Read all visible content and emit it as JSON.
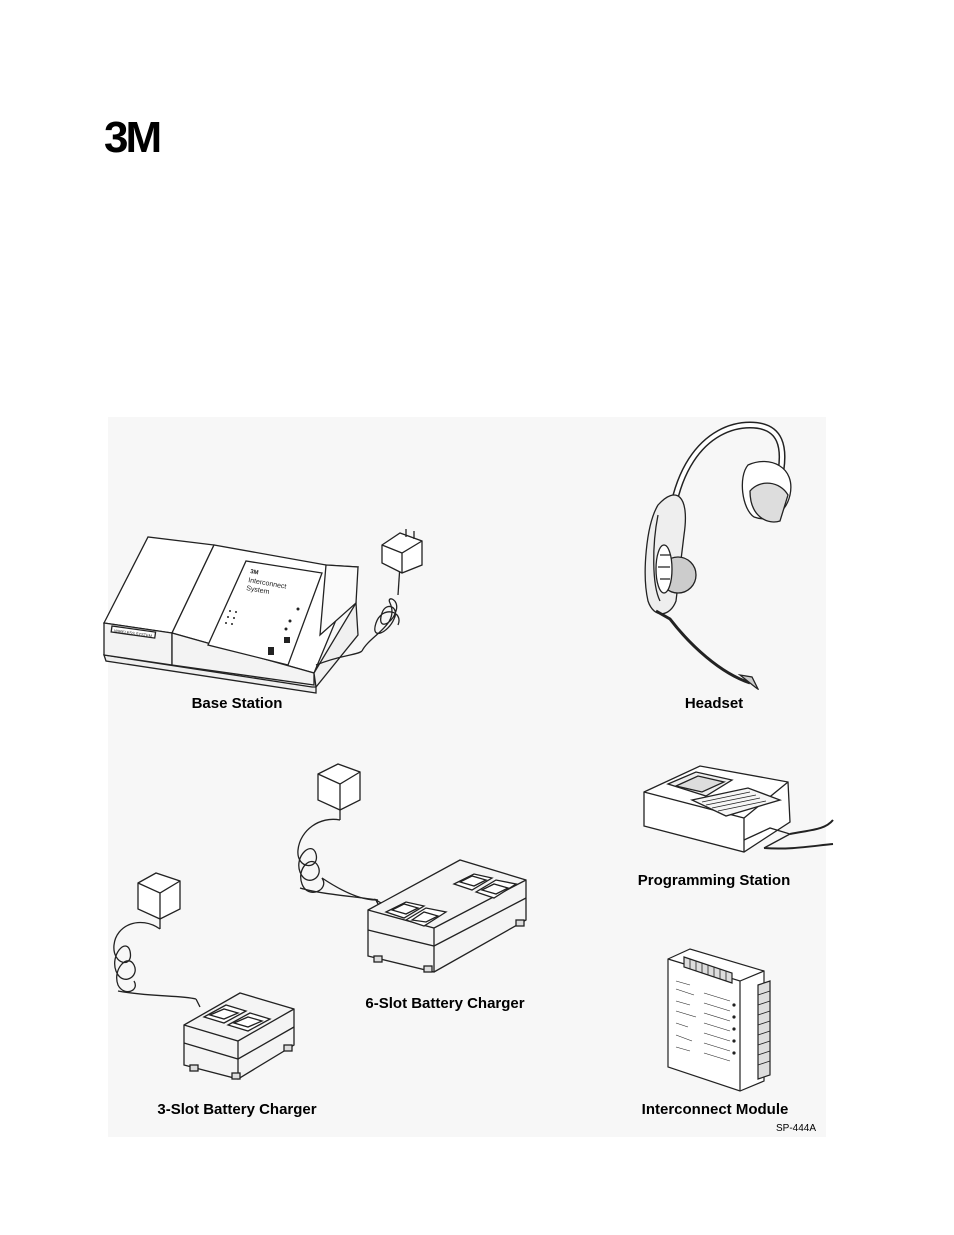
{
  "logo": {
    "text": "3M"
  },
  "items": [
    {
      "label": "Base Station"
    },
    {
      "label": "Headset"
    },
    {
      "label": "Programming Station"
    },
    {
      "label": "6-Slot Battery Charger"
    },
    {
      "label": "3-Slot Battery Charger"
    },
    {
      "label": "Interconnect Module"
    }
  ],
  "base_station_panel": {
    "brand": "3M",
    "title_line1": "Interconnect",
    "title_line2": "System",
    "front_label": "WIRELESS SYSTEM"
  },
  "document_code": "SP-444A"
}
